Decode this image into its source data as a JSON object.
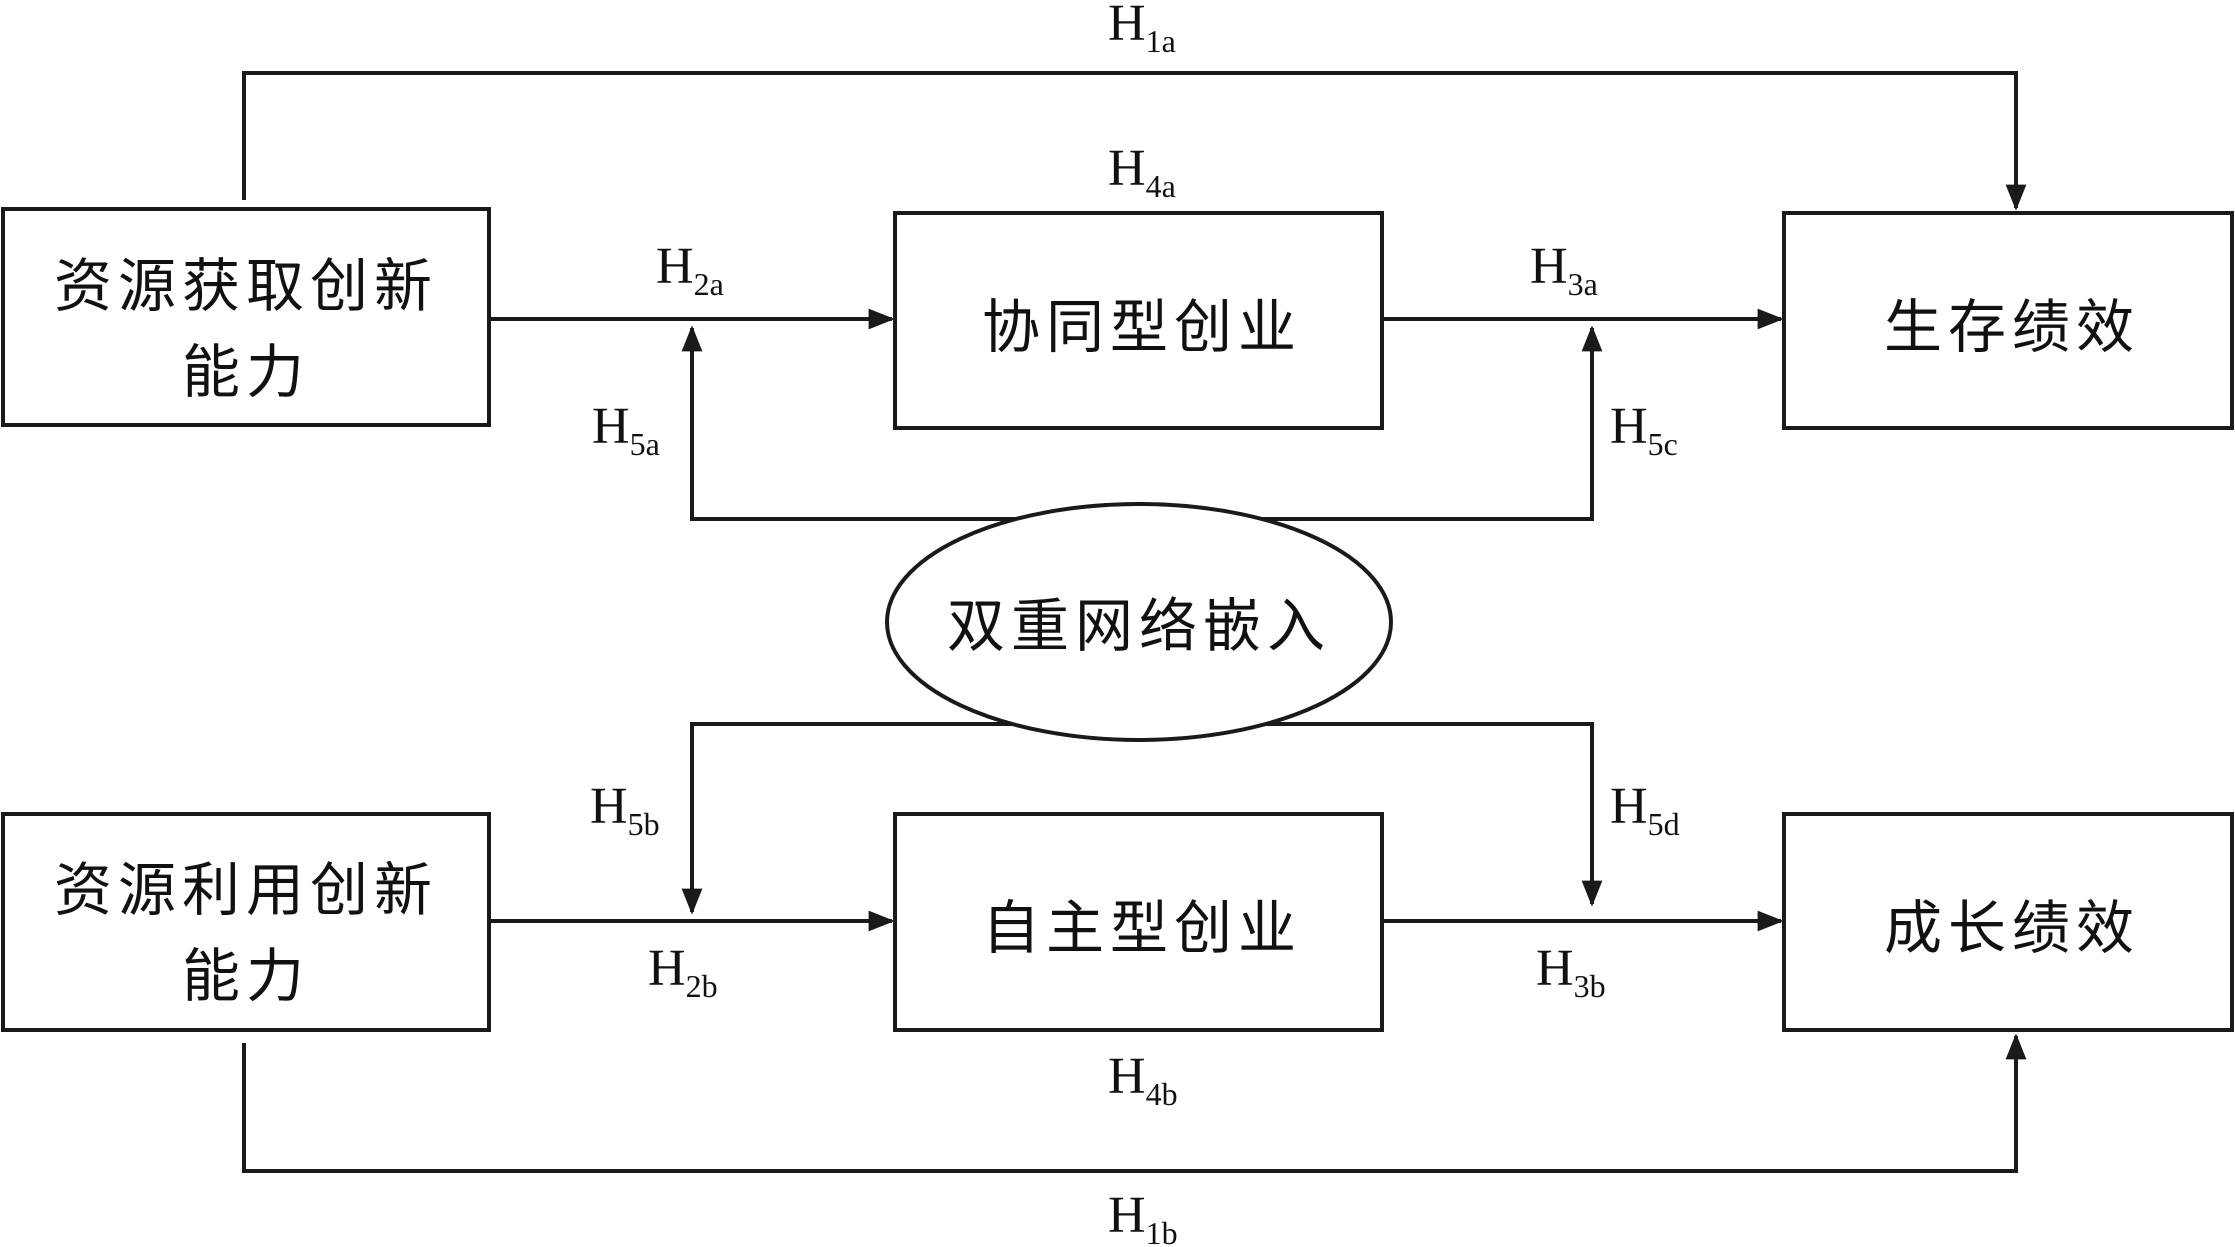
{
  "nodes": {
    "acquisition": {
      "lines": [
        "资源获取创新",
        "能力"
      ]
    },
    "utilization": {
      "lines": [
        "资源利用创新",
        "能力"
      ]
    },
    "collaborative": {
      "label": "协同型创业"
    },
    "autonomous": {
      "label": "自主型创业"
    },
    "survival": {
      "label": "生存绩效"
    },
    "growth": {
      "label": "成长绩效"
    },
    "embedding": {
      "label": "双重网络嵌入"
    }
  },
  "hypotheses": {
    "h1a": {
      "main": "H",
      "sub": "1a"
    },
    "h1b": {
      "main": "H",
      "sub": "1b"
    },
    "h2a": {
      "main": "H",
      "sub": "2a"
    },
    "h2b": {
      "main": "H",
      "sub": "2b"
    },
    "h3a": {
      "main": "H",
      "sub": "3a"
    },
    "h3b": {
      "main": "H",
      "sub": "3b"
    },
    "h4a": {
      "main": "H",
      "sub": "4a"
    },
    "h4b": {
      "main": "H",
      "sub": "4b"
    },
    "h5a": {
      "main": "H",
      "sub": "5a"
    },
    "h5b": {
      "main": "H",
      "sub": "5b"
    },
    "h5c": {
      "main": "H",
      "sub": "5c"
    },
    "h5d": {
      "main": "H",
      "sub": "5d"
    }
  }
}
